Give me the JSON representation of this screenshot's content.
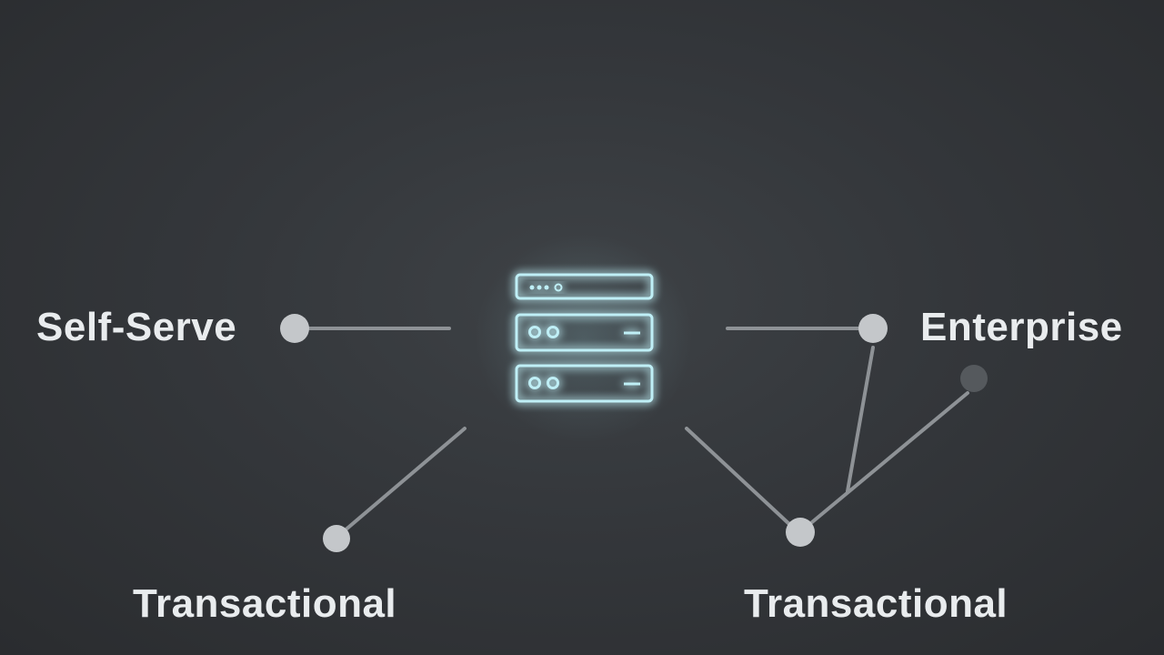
{
  "diagram": {
    "nodes": {
      "self_serve": "Self-Serve",
      "enterprise": "Enterprise",
      "transactional_left": "Transactional",
      "transactional_right": "Transactional"
    },
    "center_icon": "server-stack-icon"
  },
  "colors": {
    "background": "#34373b",
    "text": "#e9ecee",
    "node": "#c4c7ca",
    "node_dim": "#55595d",
    "connector": "#8e9296",
    "server_glow": "#bfeff6"
  }
}
